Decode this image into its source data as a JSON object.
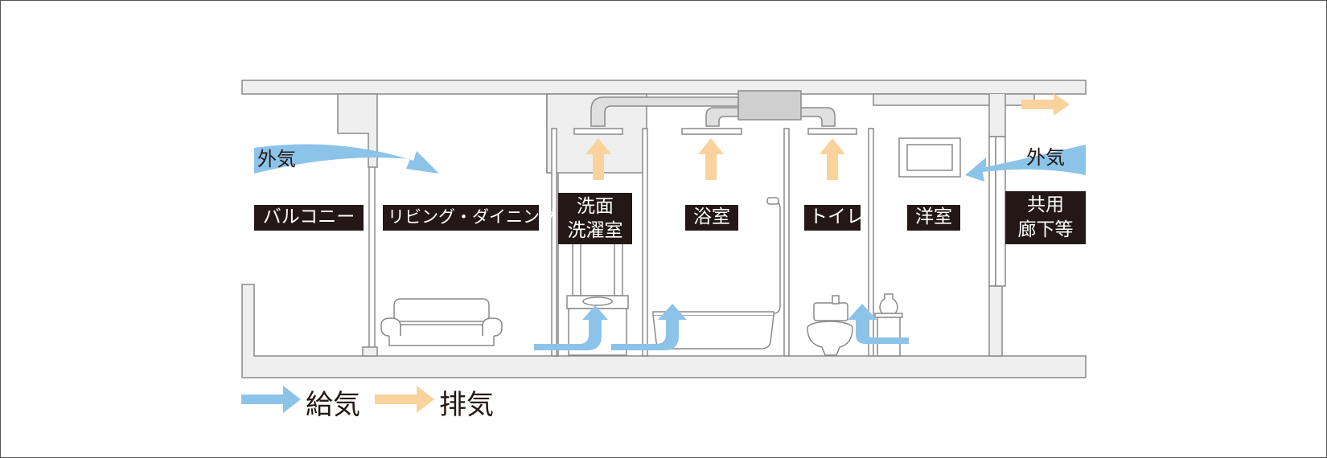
{
  "labels": {
    "outside_air_left": "外気",
    "outside_air_right": "外気",
    "balcony": "バルコニー",
    "living_dining": "リビング・ダイニング",
    "washroom_line1": "洗面",
    "washroom_line2": "洗濯室",
    "bathroom": "浴室",
    "toilet": "トイレ",
    "western_room": "洋室",
    "common_line1": "共用",
    "common_line2": "廊下等"
  },
  "legend": {
    "supply": "給気",
    "exhaust": "排気"
  },
  "colors": {
    "supply": "#8cc3e8",
    "exhaust": "#f9d39b",
    "structure_fill": "#efefef",
    "structure_line": "#8a8a8a",
    "label_bg": "#231815",
    "duct_unit": "#cfcfcf"
  }
}
